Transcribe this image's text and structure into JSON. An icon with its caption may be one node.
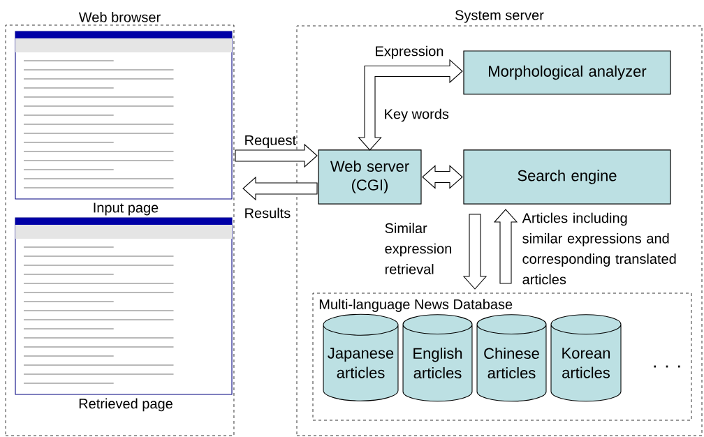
{
  "diagram": {
    "nodes": [
      {
        "text": [
          "Web browser"
        ]
      },
      {
        "text": [],
        "shape": "picture",
        "beside": [
          "Input page"
        ],
        "in": 0
      },
      {
        "text": [],
        "shape": "picture",
        "beside": [
          "Retrieved page"
        ],
        "in": 0
      },
      {
        "text": [
          "System server"
        ]
      },
      {
        "text": [
          "Morphological analyzer"
        ],
        "in": 3
      },
      {
        "text": [
          "Web server (CGI)"
        ],
        "in": 3
      },
      {
        "text": [
          "Search engine"
        ],
        "in": 3
      },
      {
        "text": [
          "Multi-language News Database"
        ],
        "in": 3
      },
      {
        "text": [
          "Japanese articles"
        ],
        "in": 7
      },
      {
        "text": [
          "English articles"
        ],
        "in": 7
      },
      {
        "text": [
          "Chinese articles"
        ],
        "in": 7
      },
      {
        "text": [
          "Korean articles"
        ],
        "in": 7
      }
    ],
    "edges": [
      {
        "from": 1,
        "to": 5,
        "arrow": "to",
        "label": "Request"
      },
      {
        "from": 5,
        "to": 1,
        "arrow": "to",
        "label": "Results"
      },
      {
        "from": 5,
        "to": 6,
        "arrow": "both"
      },
      {
        "from": 5,
        "to": 4,
        "arrow": "both",
        "label": "Expression"
      },
      {
        "from": 6,
        "to": 7,
        "arrow": "to",
        "label": "Similar expression retrieval"
      },
      {
        "from": 7,
        "to": 6,
        "arrow": "to",
        "label": "Articles including similar expressions and corresponding translated articles"
      }
    ],
    "labels": [
      "Key words",
      ". . ."
    ]
  }
}
